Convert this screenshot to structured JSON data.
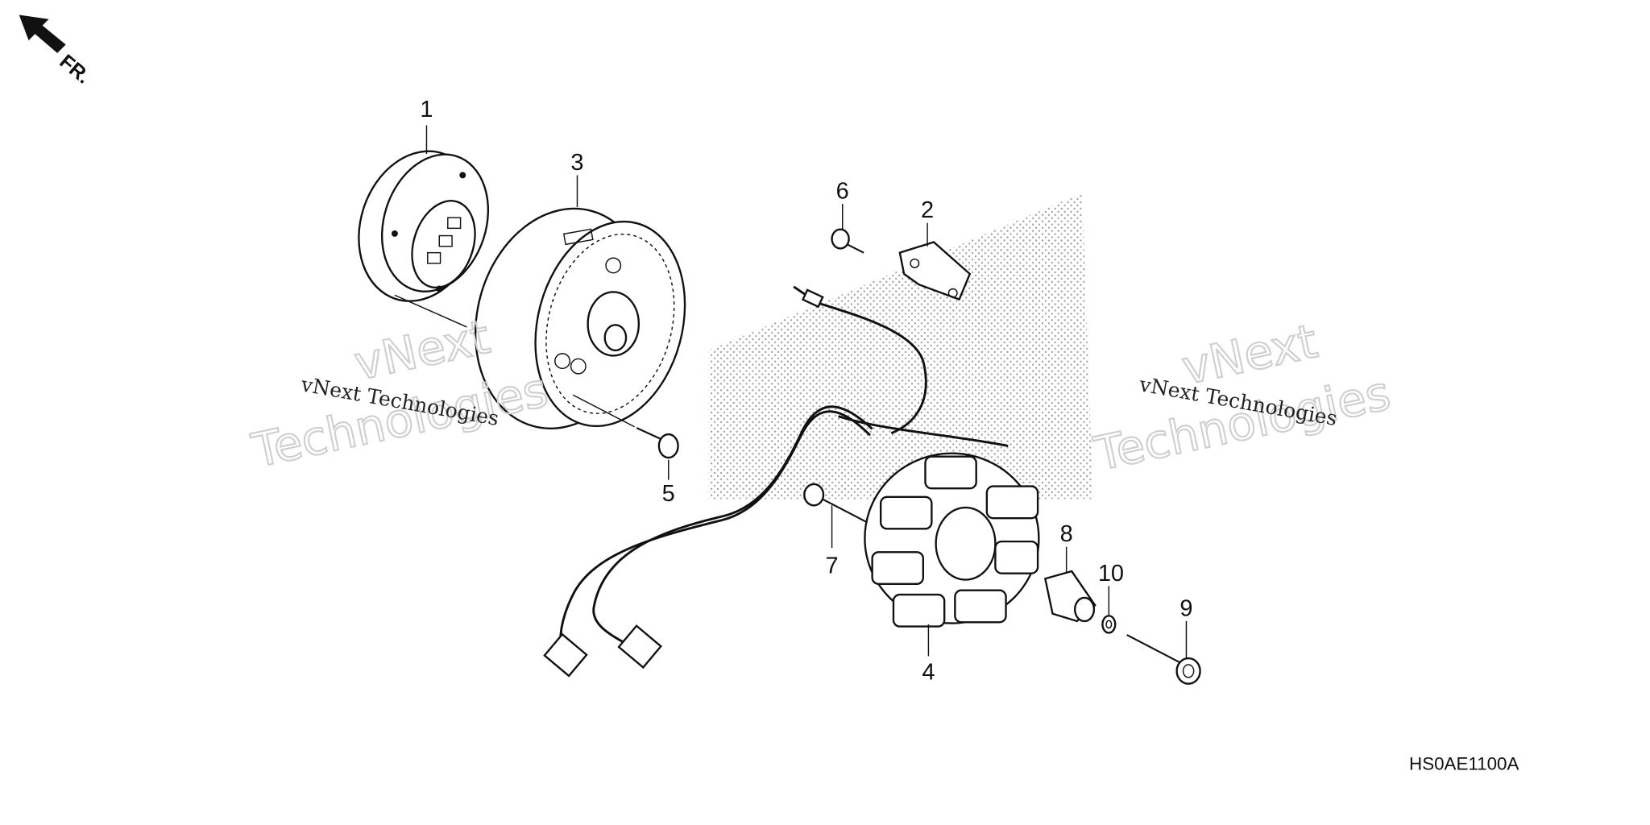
{
  "direction_arrow": {
    "label": "FR."
  },
  "callouts": [
    {
      "number": "1",
      "part": "flywheel-cover"
    },
    {
      "number": "2",
      "part": "pulse-generator"
    },
    {
      "number": "3",
      "part": "flywheel"
    },
    {
      "number": "4",
      "part": "stator"
    },
    {
      "number": "5",
      "part": "bolt"
    },
    {
      "number": "6",
      "part": "screw"
    },
    {
      "number": "7",
      "part": "bolt"
    },
    {
      "number": "8",
      "part": "collar"
    },
    {
      "number": "9",
      "part": "bolt"
    },
    {
      "number": "10",
      "part": "washer"
    }
  ],
  "watermark": {
    "text_line1": "vNext Technologies",
    "big_line1": "vNext",
    "big_line2": "Technologies"
  },
  "diagram_code": "HS0AE1100A"
}
